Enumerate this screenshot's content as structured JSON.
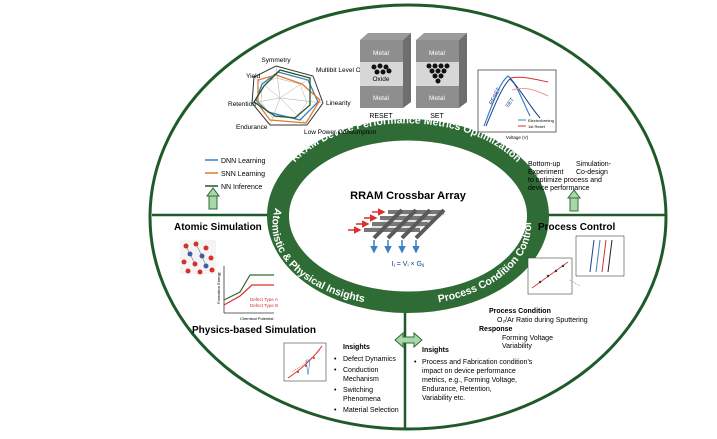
{
  "center": {
    "title": "RRAM Crossbar Array",
    "equation": "Iⱼ = Vᵢ × Gᵢⱼ"
  },
  "rings": {
    "top": "RRAM Device Performance Metrics Optimization",
    "left": "Atomistic & Physical Insights",
    "right": "Process Condition Control"
  },
  "radar": {
    "axes": [
      "Symmetry",
      "Multibit Level On/Off",
      "Linearity",
      "Low Power Consumption",
      "Endurance",
      "Retention",
      "Yield"
    ]
  },
  "device_stack": {
    "reset": {
      "layers": [
        "Metal",
        "Oxide",
        "Metal"
      ],
      "caption": "RESET"
    },
    "set": {
      "layers": [
        "Metal",
        "",
        "Metal"
      ],
      "caption": "SET"
    }
  },
  "iv_plot": {
    "xlabel": "Voltage (V)",
    "annotations": [
      "RESET",
      "SET"
    ],
    "legend": [
      "Electroforming",
      "1st Reset"
    ]
  },
  "learning_legend": [
    "DNN Learning",
    "SNN Learning",
    "NN Inference"
  ],
  "codesign": {
    "col1": [
      "Bottom-up",
      "Experiment"
    ],
    "col2": [
      "Simulation-",
      "Co-design"
    ],
    "line3": "to optimize process and",
    "line4": "device performance"
  },
  "sections": {
    "atomic": "Atomic Simulation",
    "process": "Process Control",
    "physics": "Physics-based Simulation"
  },
  "formation_plot": {
    "ylabel": "Formation Energy",
    "xlabel": "Chemical Potential",
    "legend": [
      "Defect Type A",
      "Defect Type B"
    ]
  },
  "insights_left": {
    "title": "Insights",
    "items": [
      "Defect Dynamics",
      "Conduction Mechanism",
      "Switching Phenomena",
      "Material Selection"
    ]
  },
  "insights_right": {
    "title": "Insights",
    "text": "Process and Fabrication condition's impact on device performance metrics, e.g., Forming Voltage, Endurance, Retention, Variability etc."
  },
  "process_condition": {
    "title": "Process Condition",
    "line1": "O₂/Ar Ratio during Sputtering",
    "response_title": "Response",
    "response_lines": [
      "Forming Voltage",
      "Variability"
    ]
  },
  "colors": {
    "green": "#1f5a2a",
    "ring_green": "#2e6b35",
    "light_green_arrow": "#a8d8a8",
    "blue": "#3b7fc4",
    "orange": "#e07b2e",
    "red": "#d9302c"
  }
}
